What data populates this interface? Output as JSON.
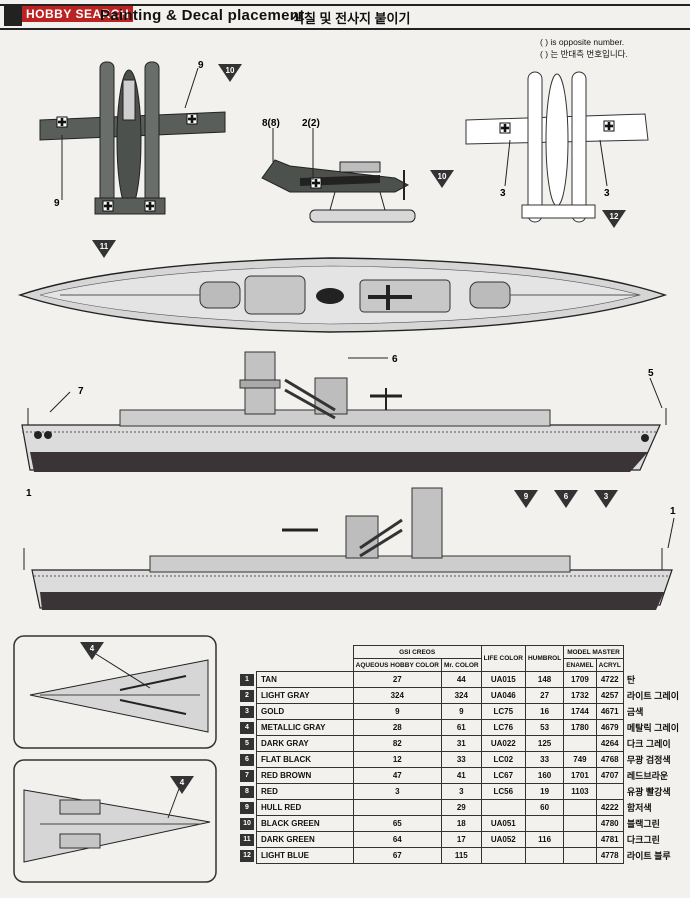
{
  "header": {
    "logo_text": "HOBBY SEARCH",
    "title_en": "Painting & Decal placement",
    "title_ko": "색칠 및 전사지 붙이기"
  },
  "note": {
    "line1": "( ) is opposite number.",
    "line2": "( ) 는 반대측 번호입니다."
  },
  "callouts": {
    "plane_top_9a": "9",
    "plane_top_9b": "9",
    "plane_side_8": "8(8)",
    "plane_side_2": "2(2)",
    "plane_bottom_3a": "3",
    "plane_bottom_3b": "3",
    "ship_side_6": "6",
    "ship_side_7": "7",
    "ship_side_5": "5",
    "ship_side_1": "1",
    "ship_side2_1": "1"
  },
  "paint_markers": {
    "m10a": "10",
    "m10b": "10",
    "m11": "11",
    "m12": "12",
    "m9": "9",
    "m6": "6",
    "m3": "3",
    "m4a": "4",
    "m4b": "4"
  },
  "table": {
    "headers": {
      "gsi": "GSI CREOS",
      "aqueous": "AQUEOUS HOBBY COLOR",
      "mr": "Mr. COLOR",
      "life": "LIFE COLOR",
      "humbrol": "HUMBROL",
      "model_master": "MODEL MASTER",
      "enamel": "ENAMEL",
      "acryl": "ACRYL"
    },
    "rows": [
      {
        "no": "1",
        "name": "TAN",
        "aq": "27",
        "mr": "44",
        "life": "UA015",
        "hum": "148",
        "enamel": "1709",
        "acryl": "4722",
        "ko": "탄"
      },
      {
        "no": "2",
        "name": "LIGHT GRAY",
        "aq": "324",
        "mr": "324",
        "life": "UA046",
        "hum": "27",
        "enamel": "1732",
        "acryl": "4257",
        "ko": "라이트 그레이"
      },
      {
        "no": "3",
        "name": "GOLD",
        "aq": "9",
        "mr": "9",
        "life": "LC75",
        "hum": "16",
        "enamel": "1744",
        "acryl": "4671",
        "ko": "금색"
      },
      {
        "no": "4",
        "name": "METALLIC GRAY",
        "aq": "28",
        "mr": "61",
        "life": "LC76",
        "hum": "53",
        "enamel": "1780",
        "acryl": "4679",
        "ko": "메탈릭 그레이"
      },
      {
        "no": "5",
        "name": "DARK GRAY",
        "aq": "82",
        "mr": "31",
        "life": "UA022",
        "hum": "125",
        "enamel": "",
        "acryl": "4264",
        "ko": "다크 그레이"
      },
      {
        "no": "6",
        "name": "FLAT BLACK",
        "aq": "12",
        "mr": "33",
        "life": "LC02",
        "hum": "33",
        "enamel": "749",
        "acryl": "4768",
        "ko": "무광 검정색"
      },
      {
        "no": "7",
        "name": "RED BROWN",
        "aq": "47",
        "mr": "41",
        "life": "LC67",
        "hum": "160",
        "enamel": "1701",
        "acryl": "4707",
        "ko": "레드브라운"
      },
      {
        "no": "8",
        "name": "RED",
        "aq": "3",
        "mr": "3",
        "life": "LC56",
        "hum": "19",
        "enamel": "1103",
        "acryl": "",
        "ko": "유광 빨강색"
      },
      {
        "no": "9",
        "name": "HULL RED",
        "aq": "",
        "mr": "29",
        "life": "",
        "hum": "60",
        "enamel": "",
        "acryl": "4222",
        "ko": "함저색"
      },
      {
        "no": "10",
        "name": "BLACK GREEN",
        "aq": "65",
        "mr": "18",
        "life": "UA051",
        "hum": "",
        "enamel": "",
        "acryl": "4780",
        "ko": "블랙그린"
      },
      {
        "no": "11",
        "name": "DARK GREEN",
        "aq": "64",
        "mr": "17",
        "life": "UA052",
        "hum": "116",
        "enamel": "",
        "acryl": "4781",
        "ko": "다크그린"
      },
      {
        "no": "12",
        "name": "LIGHT BLUE",
        "aq": "67",
        "mr": "115",
        "life": "",
        "hum": "",
        "enamel": "",
        "acryl": "4778",
        "ko": "라이트 블루"
      }
    ]
  },
  "colors": {
    "ink": "#222222",
    "hull_gray": "#d8d8d8",
    "hull_red": "#3a3436",
    "deck_gray": "#cfcfcf",
    "plane_green": "#555a55",
    "logo_red": "#bb2222"
  }
}
